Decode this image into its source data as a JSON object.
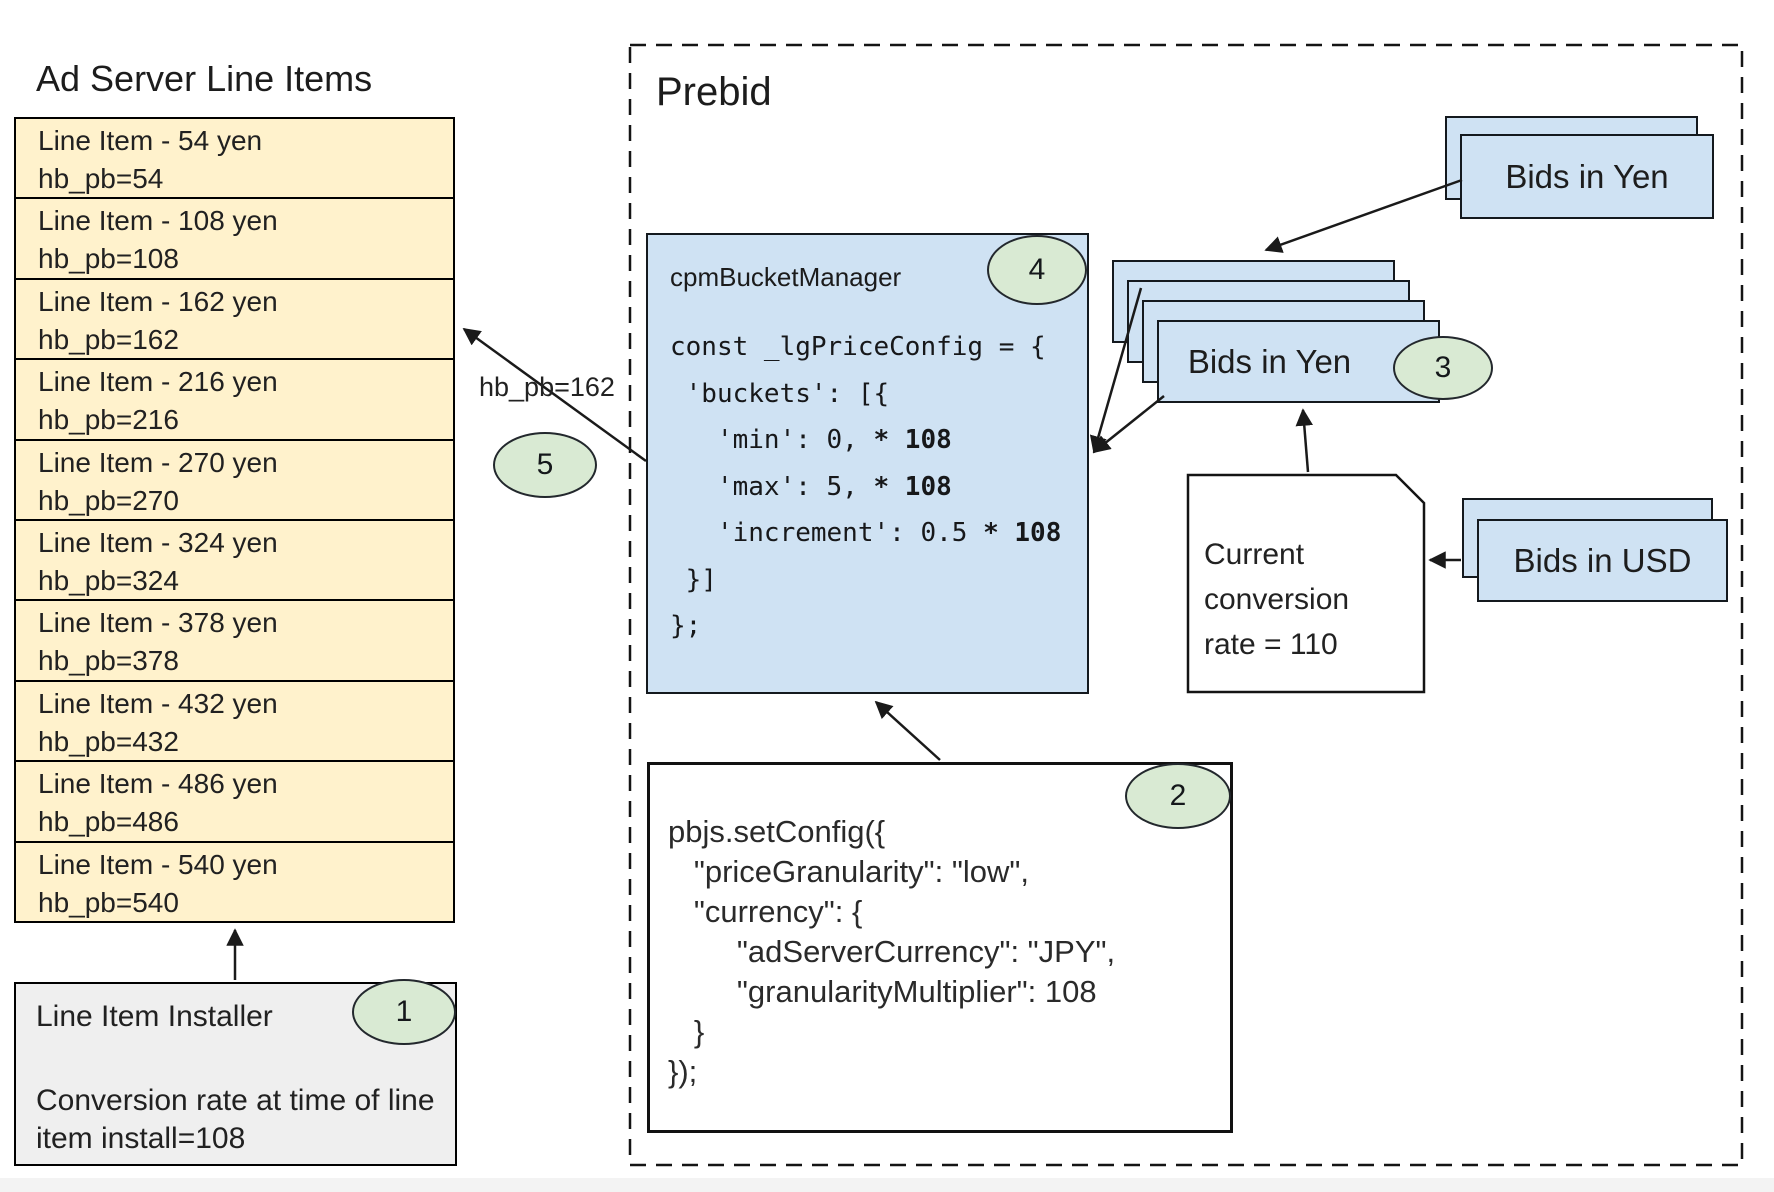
{
  "ad_server": {
    "title": "Ad Server Line Items",
    "line_items": [
      {
        "name": "Line Item - 54 yen",
        "hb_pb": "hb_pb=54"
      },
      {
        "name": "Line Item - 108 yen",
        "hb_pb": "hb_pb=108"
      },
      {
        "name": "Line Item - 162 yen",
        "hb_pb": "hb_pb=162"
      },
      {
        "name": "Line Item - 216 yen",
        "hb_pb": "hb_pb=216"
      },
      {
        "name": "Line Item - 270 yen",
        "hb_pb": "hb_pb=270"
      },
      {
        "name": "Line Item - 324 yen",
        "hb_pb": "hb_pb=324"
      },
      {
        "name": "Line Item - 378 yen",
        "hb_pb": "hb_pb=378"
      },
      {
        "name": "Line Item - 432 yen",
        "hb_pb": "hb_pb=432"
      },
      {
        "name": "Line Item - 486 yen",
        "hb_pb": "hb_pb=486"
      },
      {
        "name": "Line Item - 540 yen",
        "hb_pb": "hb_pb=540"
      }
    ],
    "installer": {
      "title": "Line Item Installer",
      "badge": "1",
      "note": "Conversion rate at time of line item install=108"
    }
  },
  "prebid": {
    "title": "Prebid",
    "bucket_manager": {
      "title": "cpmBucketManager",
      "badge": "4",
      "code_lines": [
        {
          "text": "const _lgPriceConfig = {",
          "bold": ""
        },
        {
          "text": " 'buckets': [{",
          "bold": ""
        },
        {
          "text": "   'min': 0, ",
          "bold": "* 108"
        },
        {
          "text": "   'max': 5, ",
          "bold": "* 108"
        },
        {
          "text": "   'increment': 0.5 ",
          "bold": "* 108"
        },
        {
          "text": " }]",
          "bold": ""
        },
        {
          "text": "};",
          "bold": ""
        }
      ]
    },
    "set_config": {
      "badge": "2",
      "code_lines": [
        "pbjs.setConfig({",
        "   \"priceGranularity\": \"low\",",
        "   \"currency\": {",
        "        \"adServerCurrency\": \"JPY\",",
        "        \"granularityMultiplier\": 108",
        "   }",
        "});"
      ]
    },
    "bids_in_yen_top": {
      "label": "Bids in Yen"
    },
    "bids_in_yen_stack": {
      "label": "Bids in Yen",
      "badge": "3"
    },
    "conversion_note": {
      "text": "Current conversion rate = 110"
    },
    "bids_in_usd": {
      "label": "Bids in USD"
    }
  },
  "annotations": {
    "hb_pb_label": "hb_pb=162",
    "badge_5": "5"
  },
  "colors": {
    "card_blue": "#cfe2f3",
    "row_yellow": "#fff2cc",
    "badge_green": "#d9ead3",
    "installer_gray": "#efefef",
    "line_dark": "#1a1a1a"
  }
}
